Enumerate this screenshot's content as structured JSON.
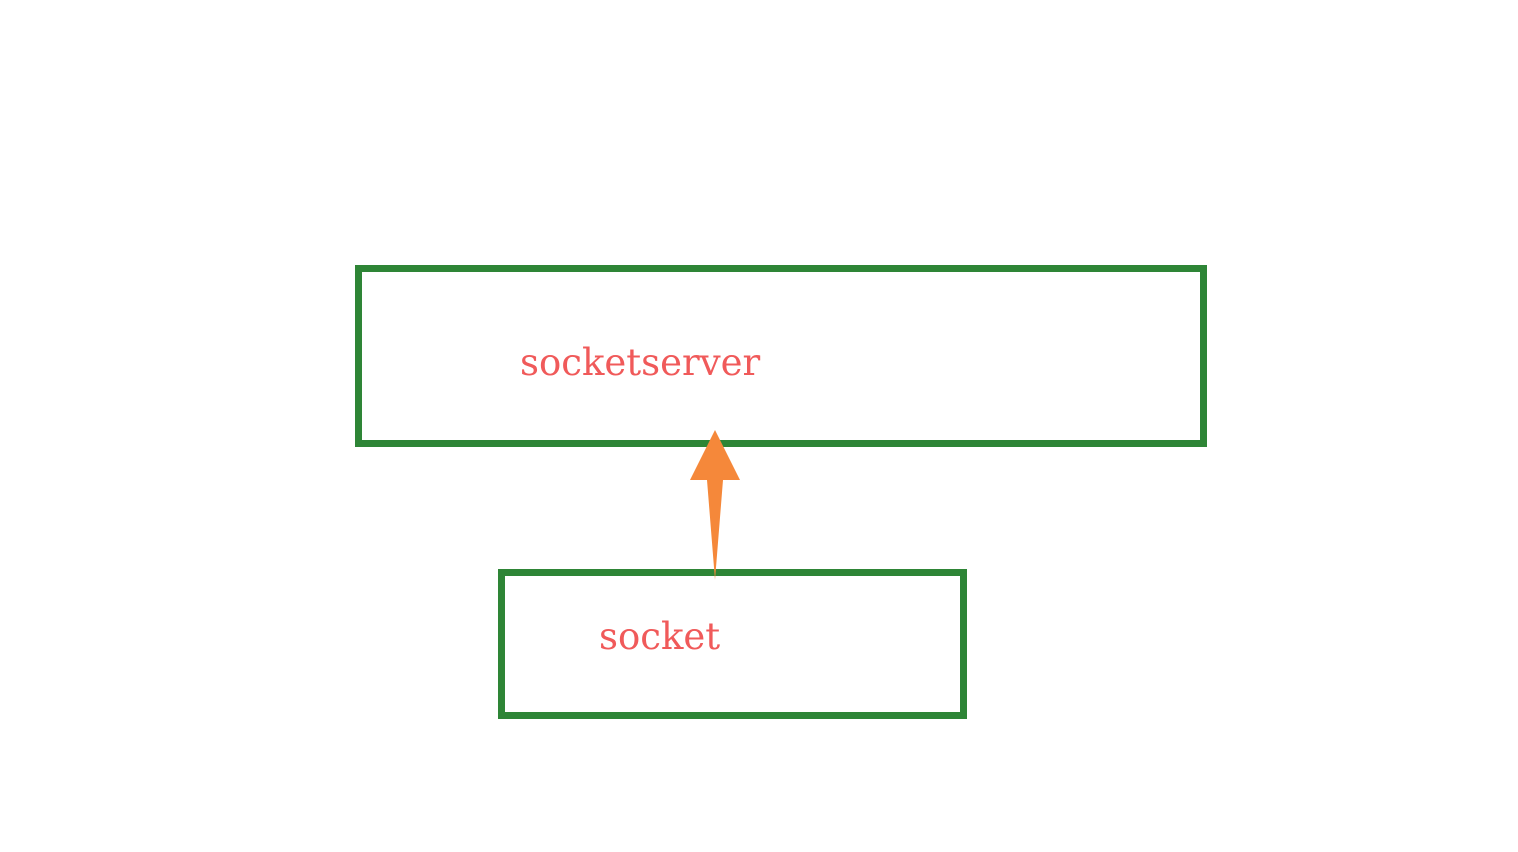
{
  "colors": {
    "background": "#ffffff",
    "box_border": "#2e8536",
    "label_text": "#f05a5a",
    "arrow_fill": "#f5883a"
  },
  "diagram": {
    "nodes": [
      {
        "id": "socketserver",
        "label": "socketserver"
      },
      {
        "id": "socket",
        "label": "socket"
      }
    ],
    "edges": [
      {
        "from": "socket",
        "to": "socketserver",
        "style": "arrow"
      }
    ]
  }
}
